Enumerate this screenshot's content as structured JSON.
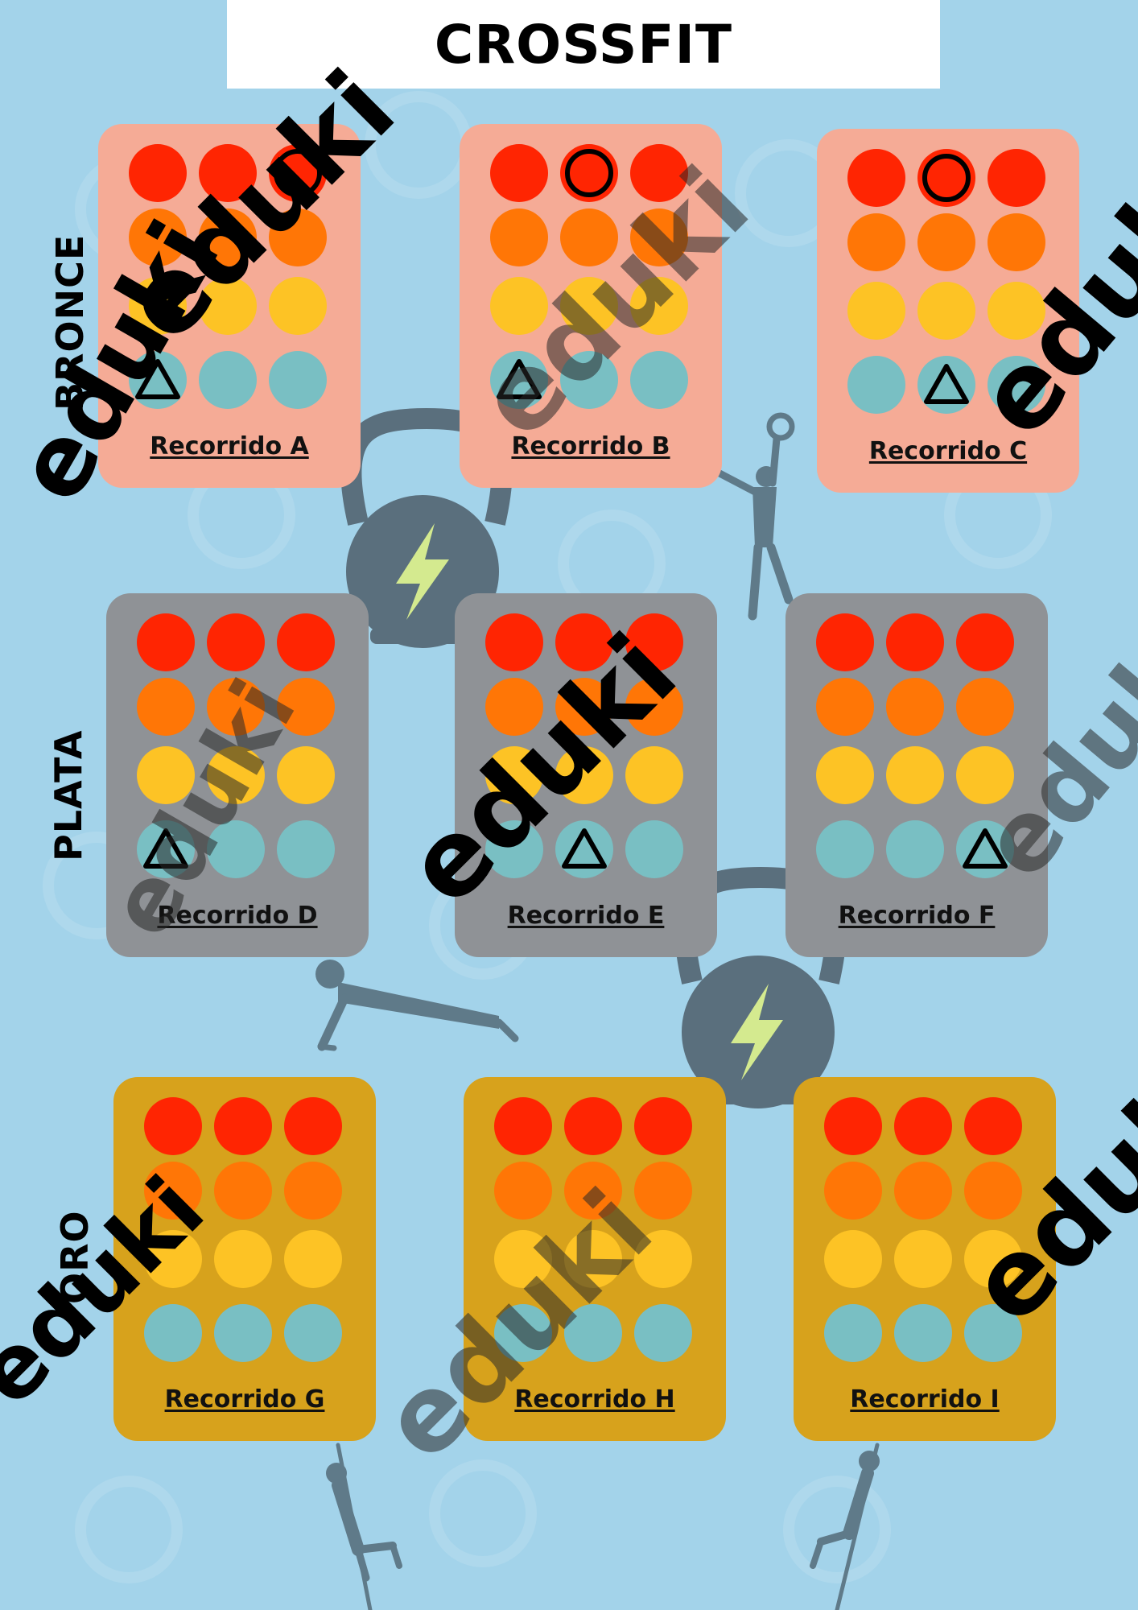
{
  "title": "CROSSFIT",
  "levels": [
    {
      "name": "BRONCE",
      "tier": "bronze"
    },
    {
      "name": "PLATA",
      "tier": "silver"
    },
    {
      "name": "ORO",
      "tier": "gold"
    }
  ],
  "cards": [
    {
      "label": "Recorrido A",
      "tier": "bronze",
      "marks": [
        {
          "row": 0,
          "col": 2,
          "shape": "circle"
        },
        {
          "row": 3,
          "col": 0,
          "shape": "triangle"
        }
      ]
    },
    {
      "label": "Recorrido B",
      "tier": "bronze",
      "marks": [
        {
          "row": 0,
          "col": 1,
          "shape": "circle"
        },
        {
          "row": 3,
          "col": 0,
          "shape": "triangle"
        }
      ]
    },
    {
      "label": "Recorrido C",
      "tier": "bronze",
      "marks": [
        {
          "row": 0,
          "col": 1,
          "shape": "circle"
        },
        {
          "row": 3,
          "col": 1,
          "shape": "triangle"
        }
      ]
    },
    {
      "label": "Recorrido D",
      "tier": "silver",
      "marks": [
        {
          "row": 3,
          "col": 0,
          "shape": "triangle"
        }
      ]
    },
    {
      "label": "Recorrido E",
      "tier": "silver",
      "marks": [
        {
          "row": 3,
          "col": 1,
          "shape": "triangle"
        }
      ]
    },
    {
      "label": "Recorrido F",
      "tier": "silver",
      "marks": [
        {
          "row": 3,
          "col": 2,
          "shape": "triangle"
        }
      ]
    },
    {
      "label": "Recorrido G",
      "tier": "gold",
      "marks": []
    },
    {
      "label": "Recorrido H",
      "tier": "gold",
      "marks": []
    },
    {
      "label": "Recorrido I",
      "tier": "gold",
      "marks": []
    }
  ],
  "dot_colors": [
    "#ff2502",
    "#ff7606",
    "#fdc325",
    "#79bfc3"
  ],
  "tier_colors": {
    "bronze": "#f5ab96",
    "silver": "#8f9296",
    "gold": "#d7a21c"
  },
  "background_color": "#a3d3ea",
  "watermark": "eduki",
  "icons": [
    "kettlebell-icon",
    "lightning-bolt-icon",
    "athlete-kettlebell-icon",
    "push-up-icon",
    "rope-climber-icon"
  ]
}
